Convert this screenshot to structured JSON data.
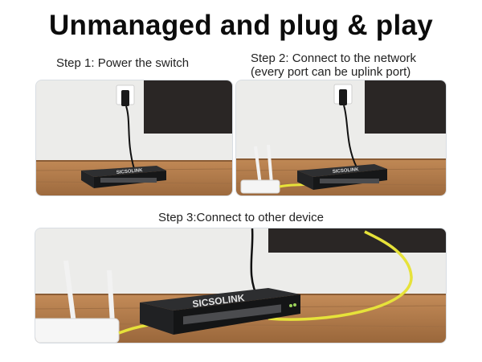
{
  "header": {
    "title": "Unmanaged and plug & play"
  },
  "steps": {
    "step1": "Step 1: Power the switch",
    "step2_line1": "Step 2: Connect to the network",
    "step2_line2": "(every port can be uplink port)",
    "step3": "Step 3:Connect to other device"
  },
  "product": {
    "brand": "SICSOLINK"
  },
  "colors": {
    "cable_yellow": "#e6e23a",
    "switch_body": "#1c1d1f",
    "wood": "#b07a4c",
    "wall": "#ececea"
  }
}
